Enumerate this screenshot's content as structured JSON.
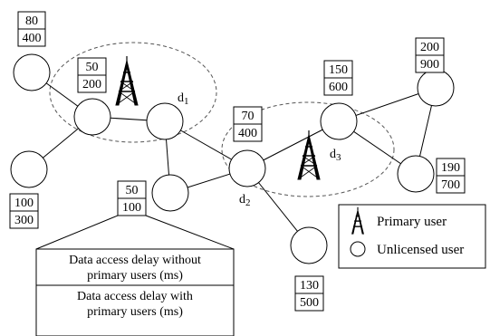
{
  "diagram": {
    "nodes": [
      {
        "id": "n80",
        "top": "80",
        "bottom": "400"
      },
      {
        "id": "d1-left",
        "top": "50",
        "bottom": "200"
      },
      {
        "id": "n100",
        "top": "100",
        "bottom": "300"
      },
      {
        "id": "n50-100",
        "top": "50",
        "bottom": "100"
      },
      {
        "id": "d2",
        "top": "70",
        "bottom": "400"
      },
      {
        "id": "n130",
        "top": "130",
        "bottom": "500"
      },
      {
        "id": "d3",
        "top": "150",
        "bottom": "600"
      },
      {
        "id": "n200",
        "top": "200",
        "bottom": "900"
      },
      {
        "id": "n190",
        "top": "190",
        "bottom": "700"
      }
    ],
    "labels": {
      "d1": {
        "main": "d",
        "sub": "1"
      },
      "d2": {
        "main": "d",
        "sub": "2"
      },
      "d3": {
        "main": "d",
        "sub": "3"
      }
    },
    "legend": {
      "primary_user": "Primary user",
      "unlicensed_user": "Unlicensed user",
      "primary_icon": "tower-icon",
      "unlicensed_icon": "circle-icon"
    },
    "callout": {
      "line1a": "Data access delay without",
      "line1b": "primary users (ms)",
      "line2a": "Data access delay with",
      "line2b": "primary users (ms)"
    }
  }
}
